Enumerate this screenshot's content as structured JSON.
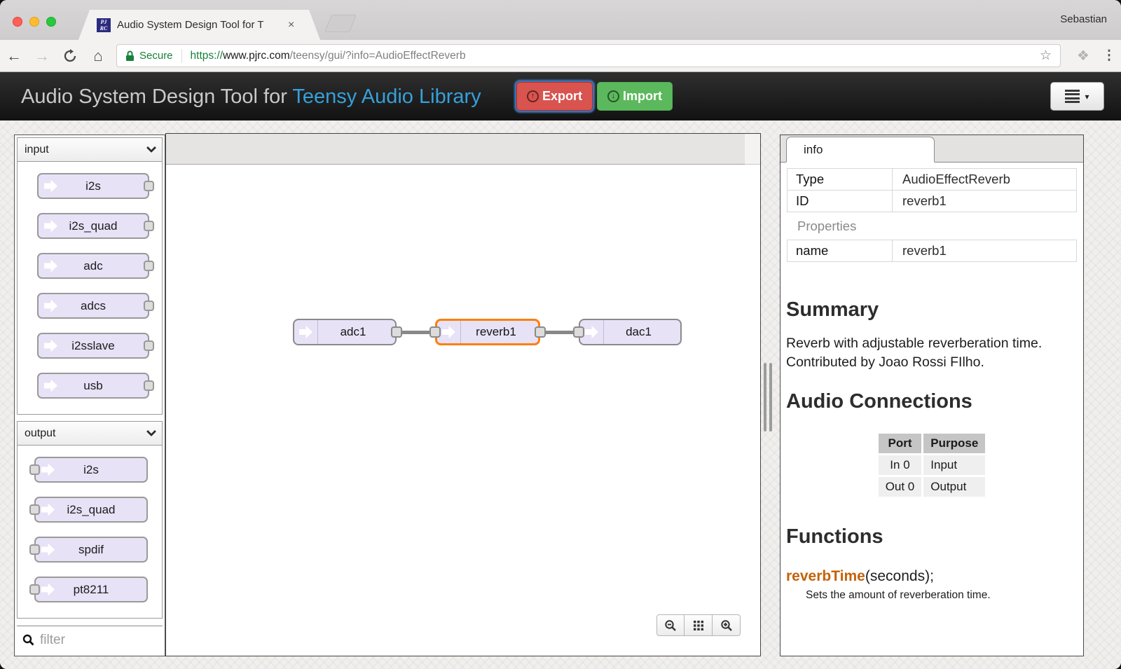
{
  "browser": {
    "user": "Sebastian",
    "tab": {
      "title": "Audio System Design Tool for T",
      "close_glyph": "×",
      "favicon_line1": "PJ",
      "favicon_line2": "RC"
    },
    "address": {
      "secure_label": "Secure",
      "scheme": "https://",
      "host": "www.pjrc.com",
      "path": "/teensy/gui/?info=AudioEffectReverb"
    },
    "icons": {
      "back": "←",
      "forward": "→",
      "home": "⌂",
      "star": "☆",
      "extension": "❖",
      "menu_dots": "⋮",
      "caret": "▾",
      "export_arrow": "↑",
      "import_arrow": "↓"
    }
  },
  "header": {
    "title_plain": "Audio System Design Tool for ",
    "title_link": "Teensy Audio Library",
    "export_label": "Export",
    "import_label": "Import"
  },
  "palette": {
    "sections": [
      {
        "label": "input",
        "items": [
          "i2s",
          "i2s_quad",
          "adc",
          "adcs",
          "i2sslave",
          "usb"
        ]
      },
      {
        "label": "output",
        "items": [
          "i2s",
          "i2s_quad",
          "spdif",
          "pt8211"
        ]
      }
    ],
    "filter_placeholder": "filter"
  },
  "canvas": {
    "nodes": [
      {
        "id": "adc1"
      },
      {
        "id": "reverb1"
      },
      {
        "id": "dac1"
      }
    ]
  },
  "info_panel": {
    "tab_label": "info",
    "fields": [
      {
        "label": "Type",
        "value": "AudioEffectReverb"
      },
      {
        "label": "ID",
        "value": "reverb1"
      }
    ],
    "properties_label": "Properties",
    "properties": [
      {
        "label": "name",
        "value": "reverb1"
      }
    ],
    "summary_heading": "Summary",
    "summary_text": "Reverb with adjustable reverberation time. Contributed by Joao Rossi FIlho.",
    "connections_heading": "Audio Connections",
    "connections_table": {
      "headers": [
        "Port",
        "Purpose"
      ],
      "rows": [
        [
          "In 0",
          "Input"
        ],
        [
          "Out 0",
          "Output"
        ]
      ]
    },
    "functions_heading": "Functions",
    "functions": [
      {
        "name": "reverbTime",
        "args": "(seconds);",
        "desc": "Sets the amount of reverberation time."
      }
    ]
  },
  "colors": {
    "accent_blue": "#36a0da",
    "export_red": "#d9534f",
    "import_green": "#5cb85c",
    "node_fill": "#e7e2f6",
    "selected_orange": "#ff7f0e",
    "secure_green": "#188038"
  }
}
